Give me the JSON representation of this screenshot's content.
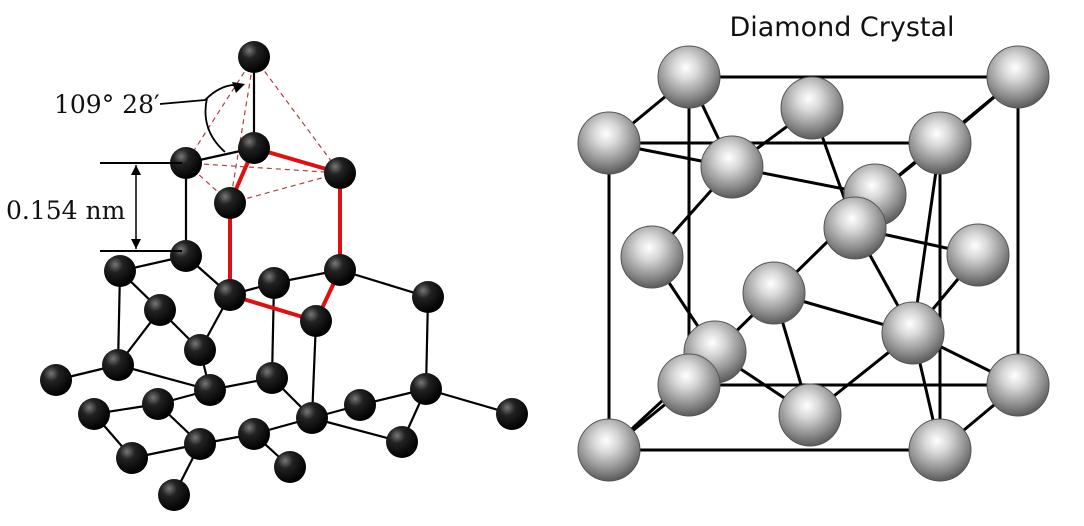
{
  "left_diagram": {
    "angle_label": "109° 28′",
    "bond_length_label": "0.154 nm"
  },
  "right_diagram": {
    "title": "Diamond Crystal"
  },
  "colors": {
    "atom_dark": "#111111",
    "bond": "#000000",
    "highlight": "#e01010",
    "guide": "#b04040",
    "atom_gray": "#a8a8a8"
  }
}
